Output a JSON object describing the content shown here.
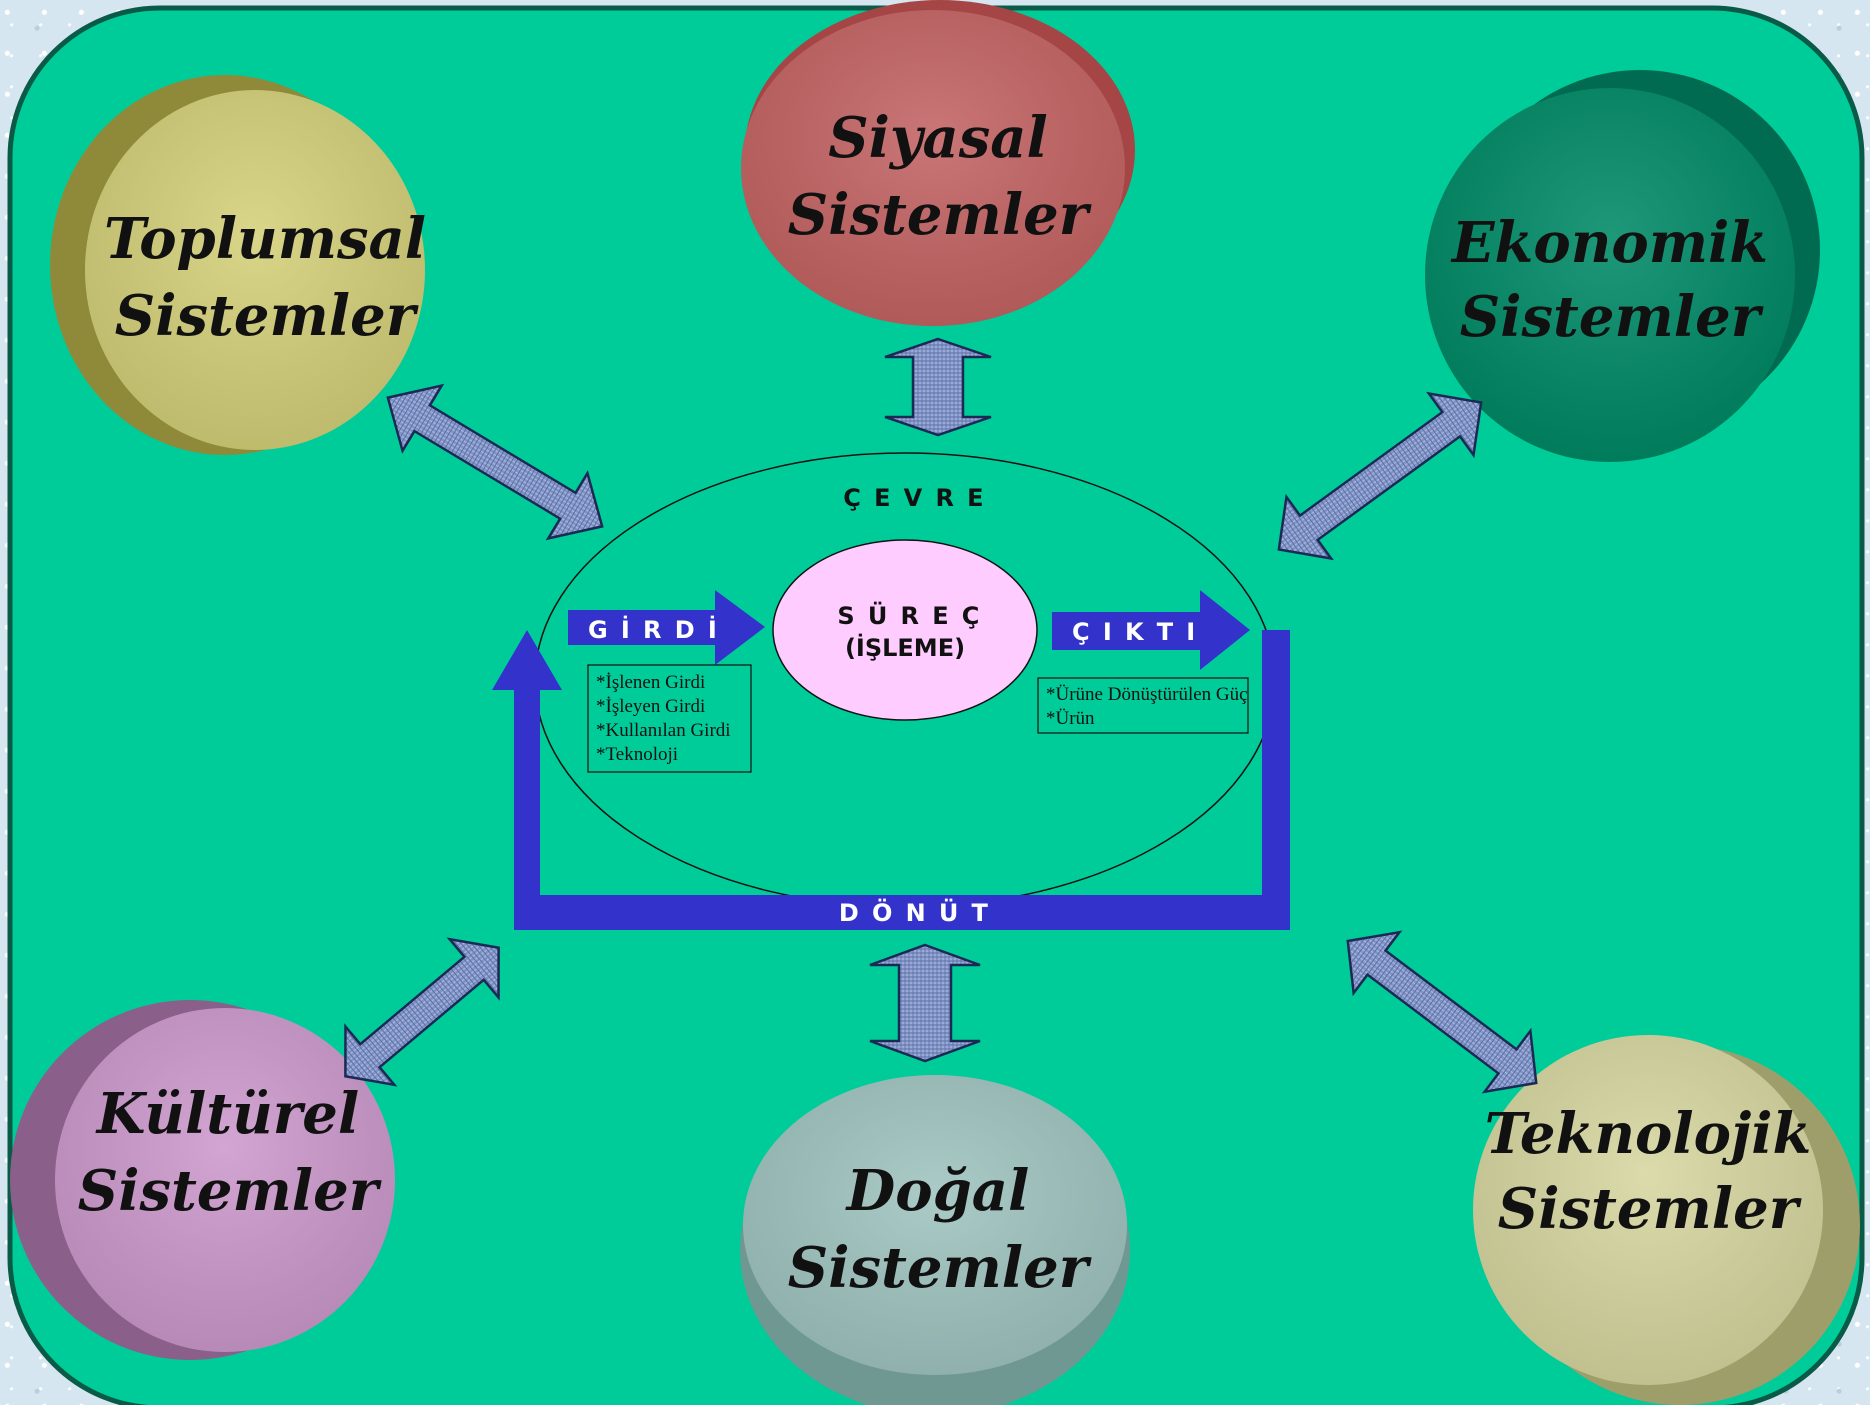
{
  "colors": {
    "panel": "#00cc99",
    "arrow_blue": "#3333cc",
    "toplumsal": "#d4d07a",
    "siyasal": "#c46464",
    "ekonomik": "#008a66",
    "kulturel": "#cc99cc",
    "dogal": "#a0c4c0",
    "teknolojik": "#d6d6a0",
    "surec": "#ffccff"
  },
  "systems": {
    "toplumsal": {
      "line1": "Toplumsal",
      "line2": "Sistemler"
    },
    "siyasal": {
      "line1": "Siyasal",
      "line2": "Sistemler"
    },
    "ekonomik": {
      "line1": "Ekonomik",
      "line2": "Sistemler"
    },
    "kulturel": {
      "line1": "Kültürel",
      "line2": "Sistemler"
    },
    "dogal": {
      "line1": "Doğal",
      "line2": "Sistemler"
    },
    "teknolojik": {
      "line1": "Teknolojik",
      "line2": "Sistemler"
    }
  },
  "center": {
    "cevre": "ÇEVRE",
    "girdi": "GİRDİ",
    "surec_line1": "SÜREÇ",
    "surec_line2": "(İŞLEME)",
    "cikti": "ÇIKTI",
    "donut": "DÖNÜT",
    "girdi_items": [
      "*İşlenen Girdi",
      "*İşleyen Girdi",
      "*Kullanılan Girdi",
      "*Teknoloji"
    ],
    "cikti_items": [
      "*Ürüne Dönüştürülen Güç",
      "*Ürün"
    ]
  }
}
